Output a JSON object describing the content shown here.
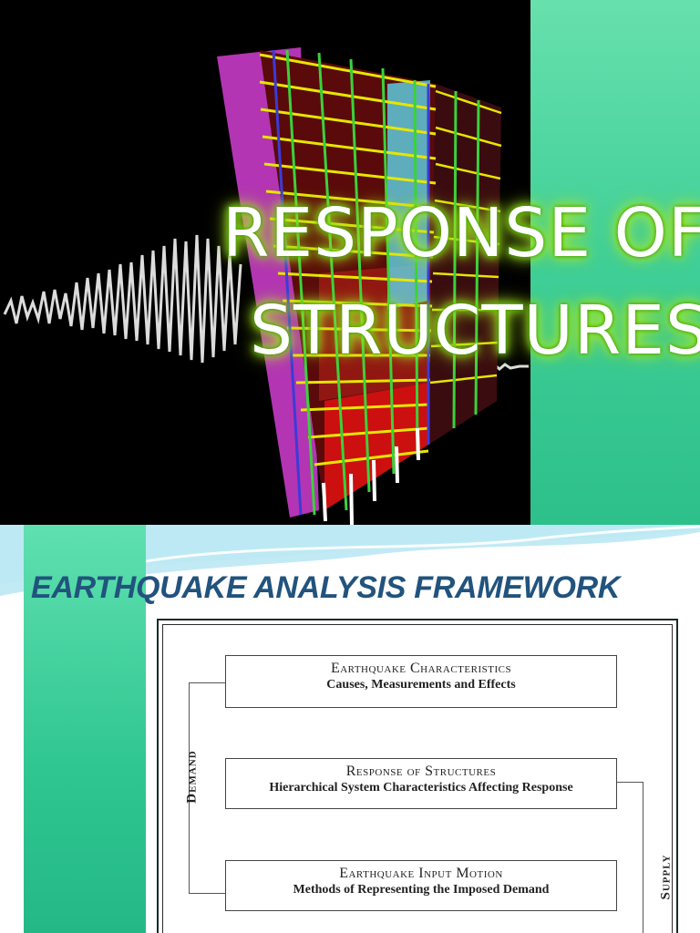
{
  "slide1": {
    "title_lines": [
      "RESPONSE OF",
      "STRUCTURES"
    ],
    "colors": {
      "accent_green": "#3fcf98",
      "title_glow": "#9ad21c"
    },
    "image_subject": "wireframe-building-with-seismic-wave"
  },
  "slide2": {
    "heading": "EARTHQUAKE ANALYSIS FRAMEWORK",
    "colors": {
      "heading": "#21537d",
      "accent_green": "#2fc691"
    },
    "figure": {
      "boxes": [
        {
          "title": "Earthquake Characteristics",
          "subtitle": "Causes, Measurements and Effects"
        },
        {
          "title": "Response of Structures",
          "subtitle": "Hierarchical System Characteristics Affecting Response"
        },
        {
          "title": "Earthquake Input Motion",
          "subtitle": "Methods of Representing the Imposed Demand"
        }
      ],
      "side_labels": {
        "demand": "Demand",
        "supply": "Supply"
      }
    }
  }
}
